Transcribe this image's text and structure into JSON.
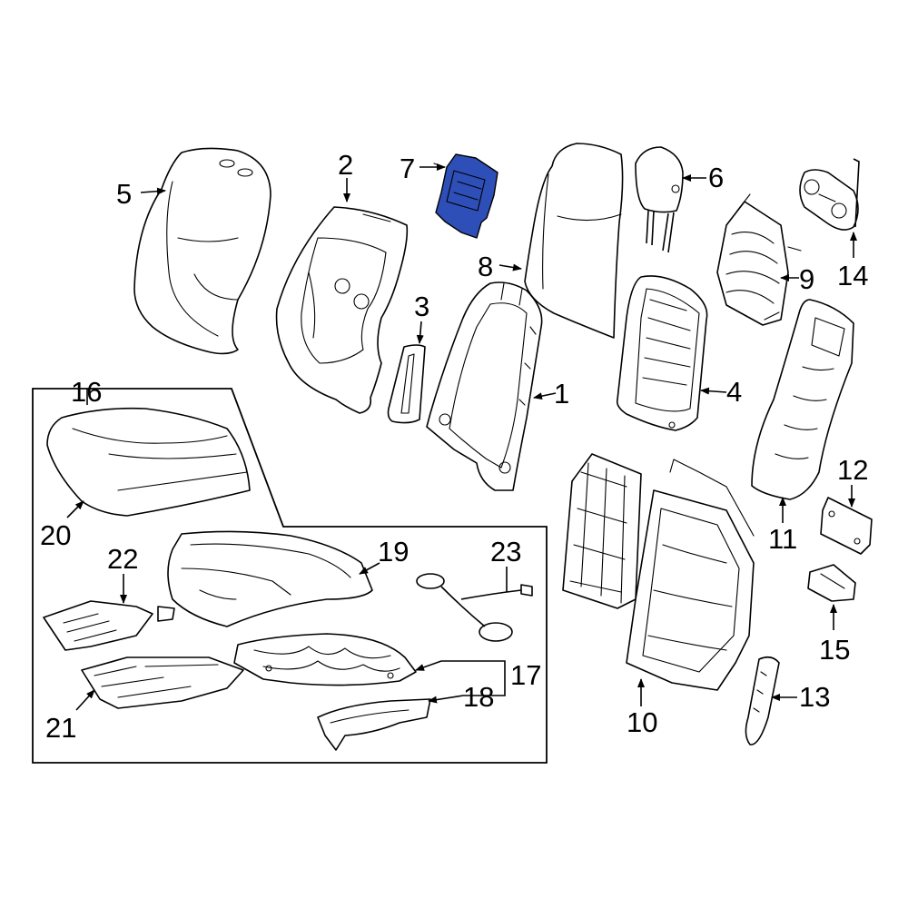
{
  "callouts": {
    "c1": "1",
    "c2": "2",
    "c3": "3",
    "c4": "4",
    "c5": "5",
    "c6": "6",
    "c7": "7",
    "c8": "8",
    "c9": "9",
    "c10": "10",
    "c11": "11",
    "c12": "12",
    "c13": "13",
    "c14": "14",
    "c15": "15",
    "c16": "16",
    "c17": "17",
    "c18": "18",
    "c19": "19",
    "c20": "20",
    "c21": "21",
    "c22": "22",
    "c23": "23"
  },
  "colors": {
    "highlight": "#2f4fb8",
    "line": "#000000",
    "background": "#ffffff"
  },
  "highlighted_part": "7"
}
